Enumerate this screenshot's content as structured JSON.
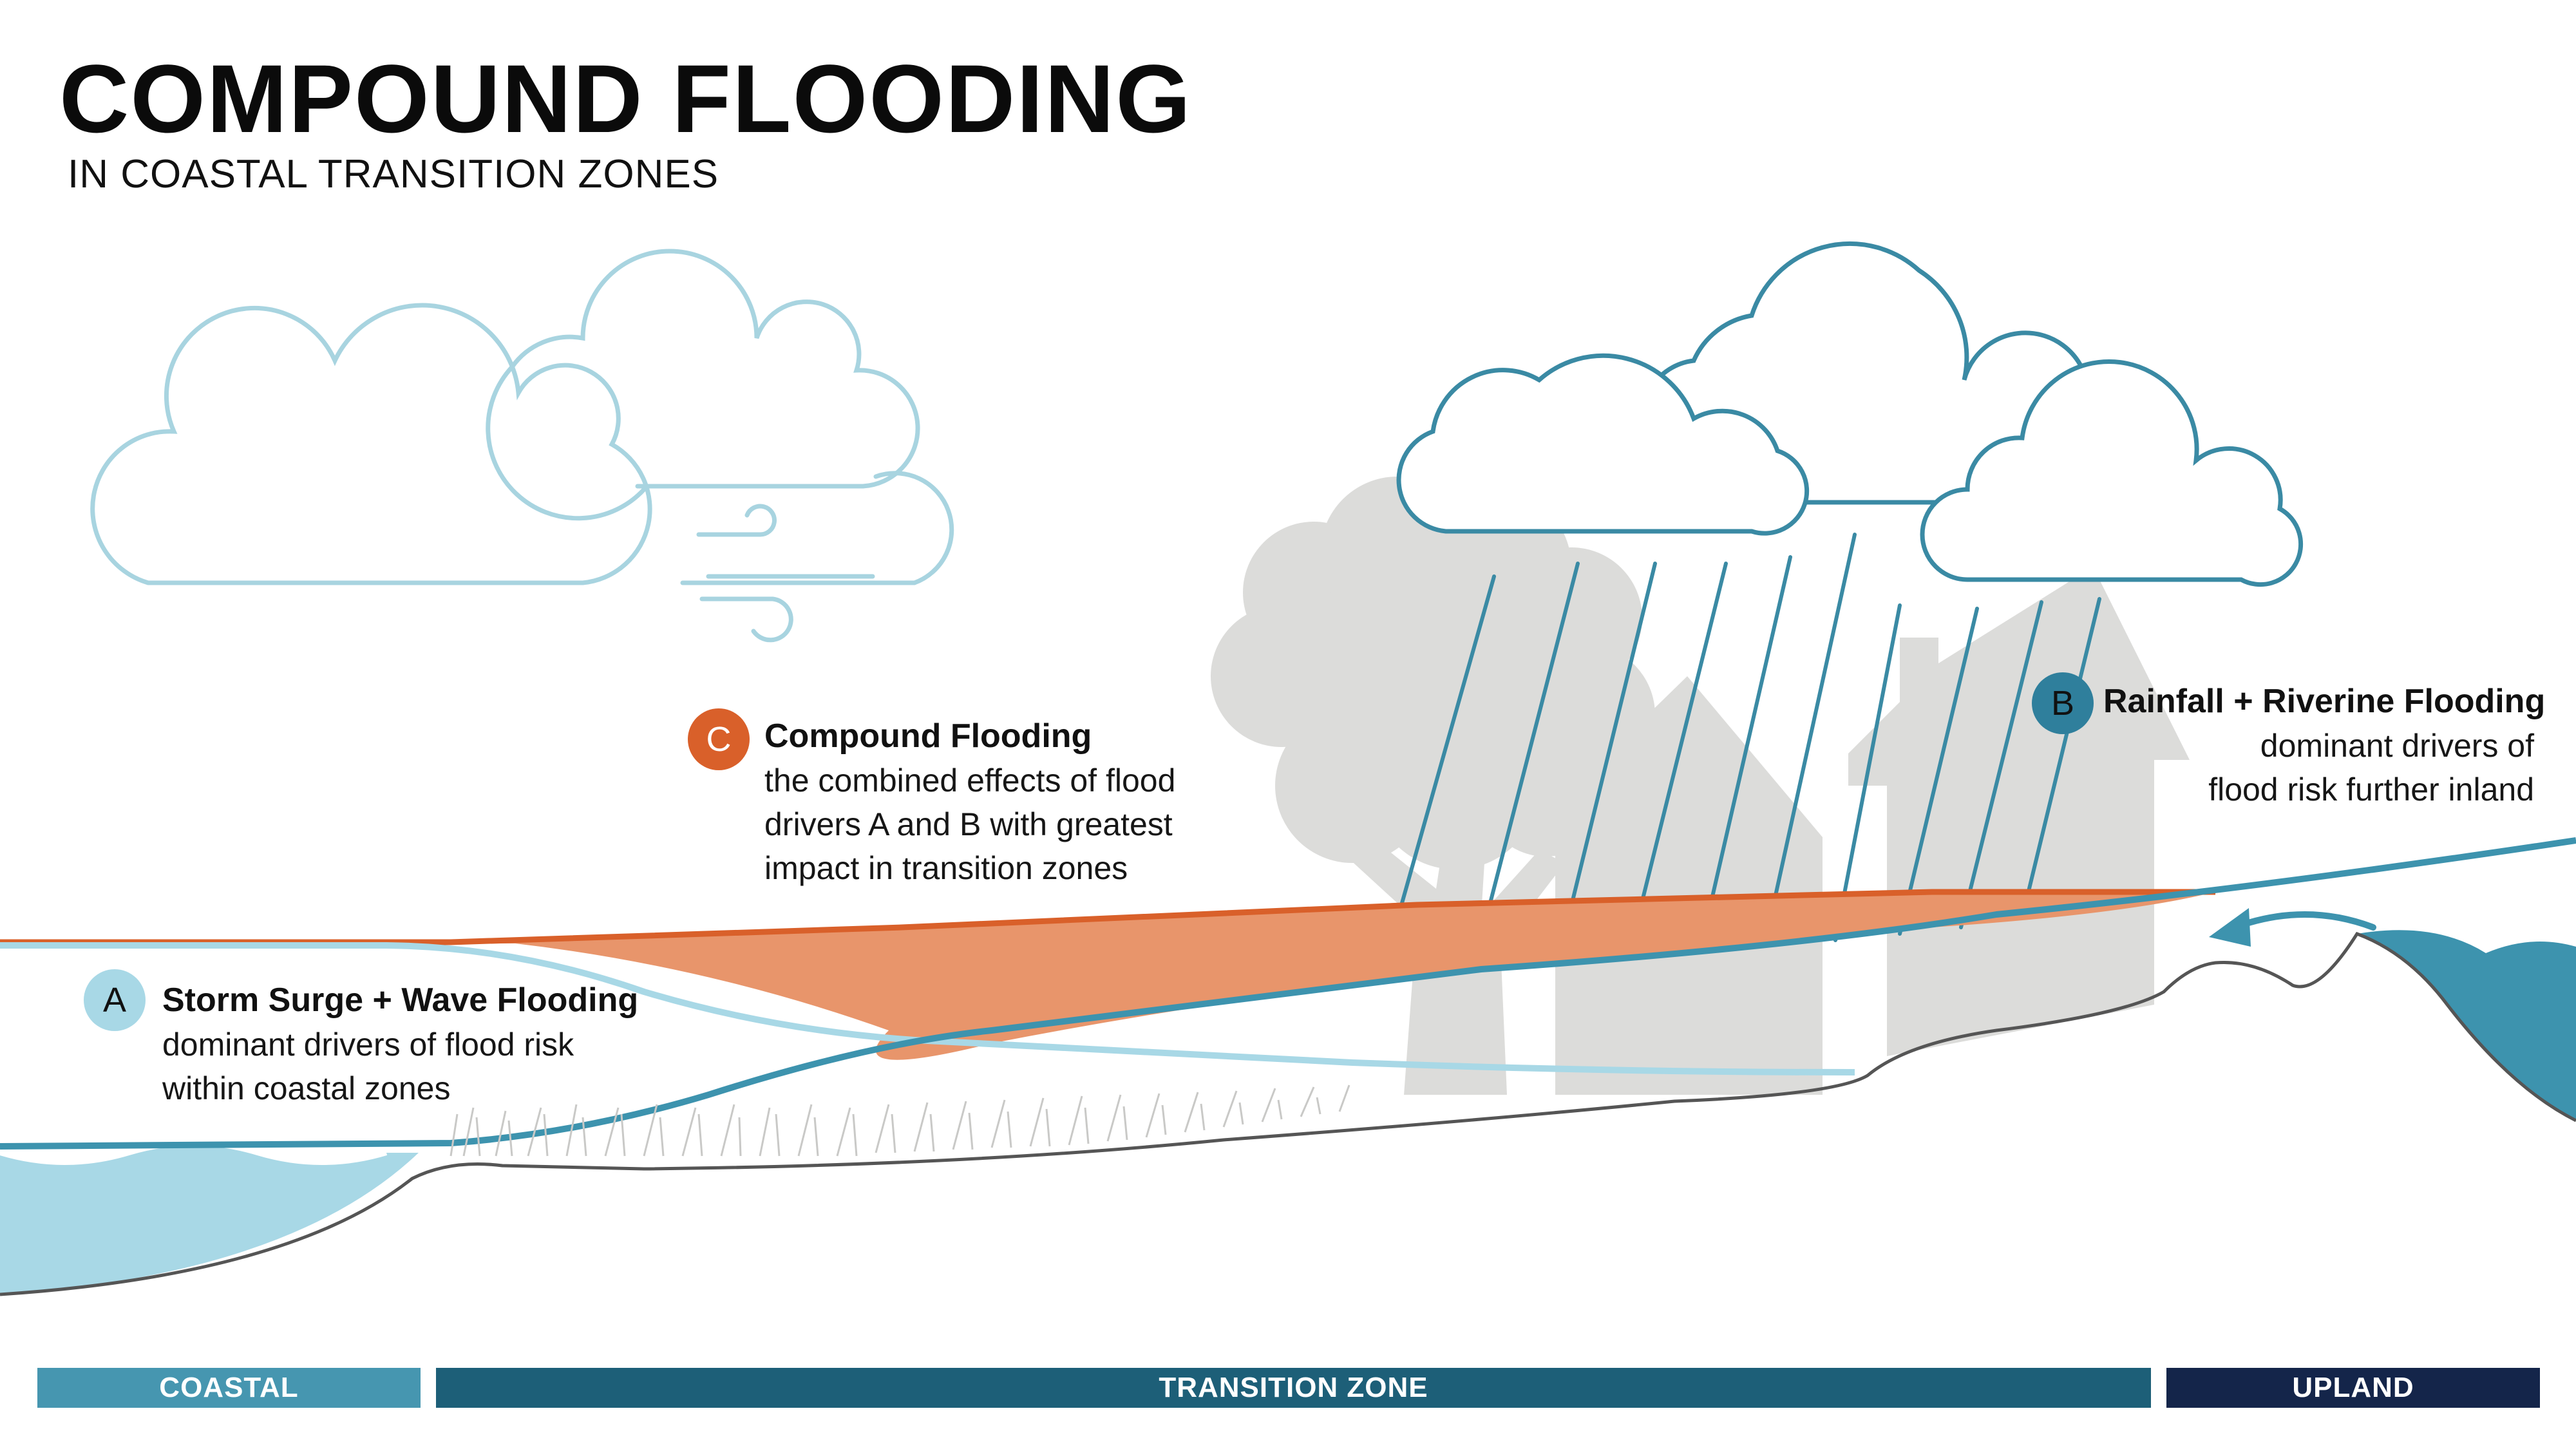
{
  "title": "COMPOUND FLOODING",
  "subtitle": "IN COASTAL TRANSITION ZONES",
  "callouts": {
    "a": {
      "letter": "A",
      "heading": "Storm Surge + Wave Flooding",
      "lines": [
        "dominant drivers of flood risk",
        "within coastal zones"
      ]
    },
    "b": {
      "letter": "B",
      "heading": "Rainfall + Riverine Flooding",
      "lines": [
        "dominant drivers of",
        "flood risk further inland"
      ]
    },
    "c": {
      "letter": "C",
      "heading": "Compound Flooding",
      "lines": [
        "the combined effects of flood",
        "drivers A and B with greatest",
        "impact in transition zones"
      ]
    }
  },
  "zones": {
    "coastal": "COASTAL",
    "transition": "TRANSITION ZONE",
    "upland": "UPLAND"
  },
  "colors": {
    "storm_cloud": "#a8d4e0",
    "rain_cloud": "#3a8aa4",
    "compound_fill": "#e8956b",
    "compound_edge": "#d9602a",
    "sea": "#a8d8e6",
    "river": "#3d93ae",
    "ground_line": "#555555",
    "silhouette": "#dcdcda",
    "zone_coastal": "#4696b0",
    "zone_transition": "#1d5f78",
    "zone_upland": "#14254a"
  }
}
